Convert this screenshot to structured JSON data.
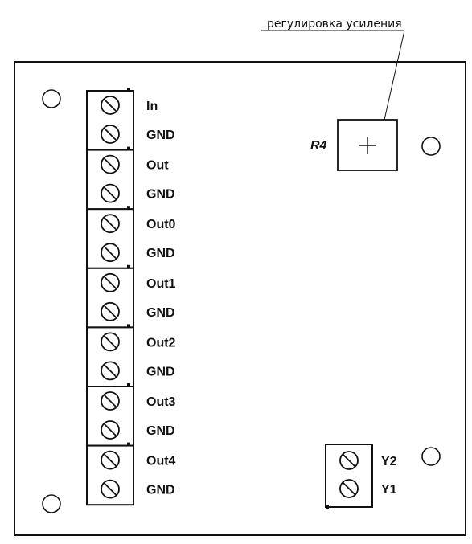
{
  "annotation": {
    "text": "регулировка усиления"
  },
  "potentiometer": {
    "label": "R4"
  },
  "terminal_block_left": {
    "groups": [
      {
        "pins": [
          "In",
          "GND"
        ]
      },
      {
        "pins": [
          "Out",
          "GND"
        ]
      },
      {
        "pins": [
          "Out0",
          "GND"
        ]
      },
      {
        "pins": [
          "Out1",
          "GND"
        ]
      },
      {
        "pins": [
          "Out2",
          "GND"
        ]
      },
      {
        "pins": [
          "Out3",
          "GND"
        ]
      },
      {
        "pins": [
          "Out4",
          "GND"
        ]
      }
    ]
  },
  "terminal_block_right": {
    "pins": [
      "Y2",
      "Y1"
    ]
  },
  "colors": {
    "stroke": "#111111",
    "background": "#ffffff"
  }
}
